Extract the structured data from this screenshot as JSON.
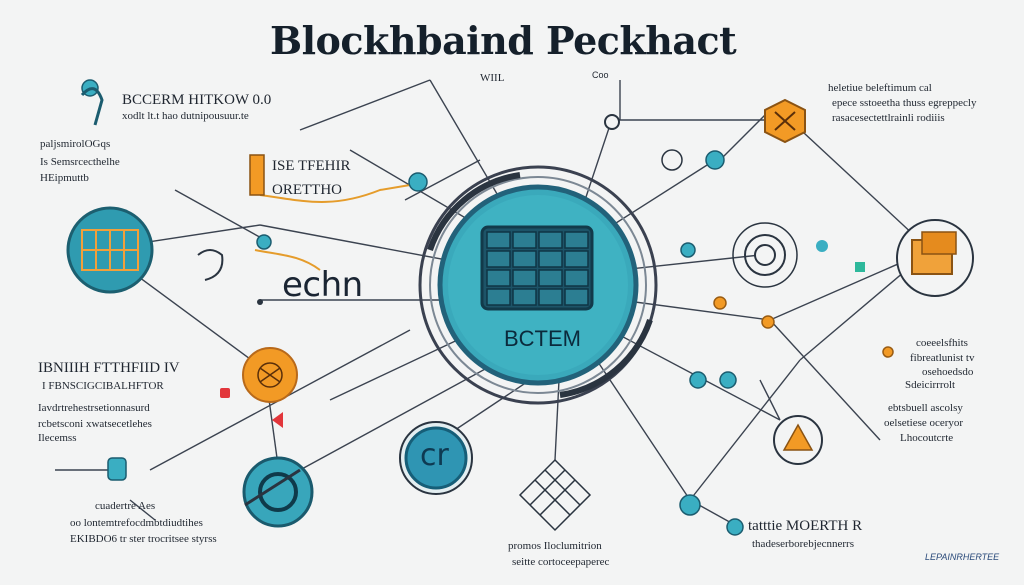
{
  "diagram": {
    "title": "Blockhbaind Peckhact",
    "center_label": "BCTEM",
    "side_label": "echn",
    "bottom_badge": "cr",
    "top_caption_left": "WIIL",
    "top_caption_right": "Coo",
    "labels": {
      "top_left_1": "BCCERM HITKOW 0.0",
      "top_left_2": "xodlt lt.t hao dutnipousuur.te",
      "left_a1": "paljsmirolOGqs",
      "left_a2": "Is Semsrcecthelhe",
      "left_a3": "HEipmuttb",
      "tag_1": "ISE TFEHIR",
      "tag_2": "ORETTHO",
      "left_b1": "IBNIIIH FTTHFIID IV",
      "left_b2": "I FBNSCIGCIBALHFTOR",
      "left_b3": "Iavdrtrehestrsetionnasurd",
      "left_b4": "rcbetsconi xwatsecetlehes",
      "left_b5": "Ilecemss",
      "bottom_left_1": "cuadertre Aes",
      "bottom_left_2": "oo lontemtrefocdmbtdiudtihes",
      "bottom_left_3": "EKIBDO6 tr ster trocritsee styrss",
      "bottom_mid_1": "promos Iloclumitrion",
      "bottom_mid_2": "seitte cortoceepaperec",
      "bottom_right_1": "tatttie MOERTH R",
      "bottom_right_2": "thadeserborebjecnnerrs",
      "corner_mark": "LEPAINRHERTEE",
      "top_right_1": "heletiue beleftimum cal",
      "top_right_2": "epece sstoeetha thuss egreppecly",
      "top_right_3": "rasacesectettlrainli rodiiis",
      "right_a1": "coeeelsfhits",
      "right_a2": "fibreatlunist tv",
      "right_a3": "osehoedsdo",
      "right_a4": "Sdeicirrrolt",
      "right_b1": "ebtsbuell ascolsy",
      "right_b2": "oelsetiese oceryor",
      "right_b3": "Lhocoutcrte"
    }
  },
  "colors": {
    "teal": "#38a9b9",
    "teal_dark": "#1b6b7d",
    "orange": "#f19a2d",
    "navy": "#1d3a55",
    "red": "#e2363b",
    "green": "#2db89b"
  }
}
